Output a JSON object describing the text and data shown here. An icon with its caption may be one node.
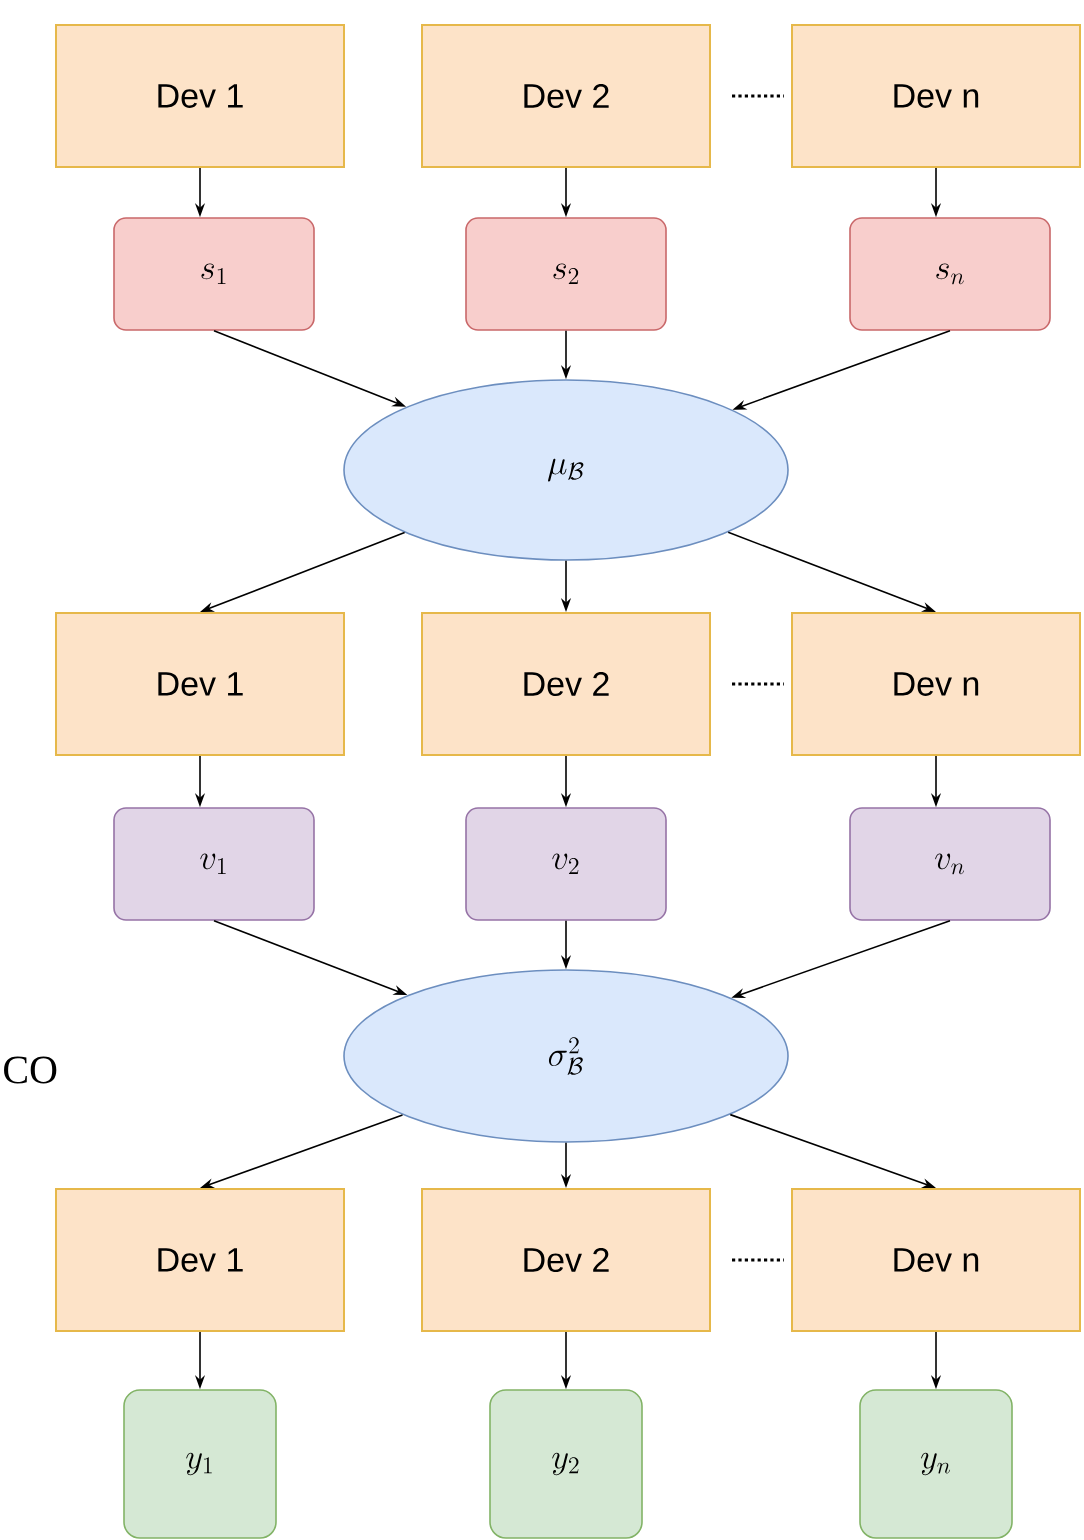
{
  "diagram": {
    "nodes": [
      {
        "text": [
          "Dev 1"
        ]
      },
      {
        "text": [
          "Dev 2"
        ]
      },
      {
        "text": [
          "Dev n"
        ]
      },
      {
        "text": [
          "s_1"
        ]
      },
      {
        "text": [
          "s_2"
        ]
      },
      {
        "text": [
          "s_n"
        ]
      },
      {
        "text": [
          "\\mu_{\\mathcal{B}}"
        ]
      },
      {
        "text": [
          "Dev 1"
        ]
      },
      {
        "text": [
          "Dev 2"
        ]
      },
      {
        "text": [
          "Dev n"
        ]
      },
      {
        "text": [
          "v_1"
        ]
      },
      {
        "text": [
          "v_2"
        ]
      },
      {
        "text": [
          "v_n"
        ]
      },
      {
        "text": [
          "\\sigma_{\\mathcal{B}}^{2}"
        ]
      },
      {
        "text": [
          "Dev 1"
        ]
      },
      {
        "text": [
          "Dev 2"
        ]
      },
      {
        "text": [
          "Dev n"
        ]
      },
      {
        "text": [
          "y_1"
        ]
      },
      {
        "text": [
          "y_2"
        ]
      },
      {
        "text": [
          "y_n"
        ]
      }
    ],
    "edges": [
      {
        "from": 0,
        "to": 3,
        "arrow": "to"
      },
      {
        "from": 1,
        "to": 4,
        "arrow": "to"
      },
      {
        "from": 2,
        "to": 5,
        "arrow": "to"
      },
      {
        "from": 3,
        "to": 6,
        "arrow": "to"
      },
      {
        "from": 4,
        "to": 6,
        "arrow": "to"
      },
      {
        "from": 5,
        "to": 6,
        "arrow": "to"
      },
      {
        "from": 6,
        "to": 7,
        "arrow": "to"
      },
      {
        "from": 6,
        "to": 8,
        "arrow": "to"
      },
      {
        "from": 6,
        "to": 9,
        "arrow": "to"
      },
      {
        "from": 7,
        "to": 10,
        "arrow": "to"
      },
      {
        "from": 8,
        "to": 11,
        "arrow": "to"
      },
      {
        "from": 9,
        "to": 12,
        "arrow": "to"
      },
      {
        "from": 10,
        "to": 13,
        "arrow": "to"
      },
      {
        "from": 11,
        "to": 13,
        "arrow": "to"
      },
      {
        "from": 12,
        "to": 13,
        "arrow": "to"
      },
      {
        "from": 13,
        "to": 14,
        "arrow": "to"
      },
      {
        "from": 13,
        "to": 15,
        "arrow": "to"
      },
      {
        "from": 13,
        "to": 16,
        "arrow": "to"
      },
      {
        "from": 14,
        "to": 17,
        "arrow": "to"
      },
      {
        "from": 15,
        "to": 18,
        "arrow": "to"
      },
      {
        "from": 16,
        "to": 19,
        "arrow": "to"
      }
    ],
    "labels": [
      "CO"
    ]
  }
}
